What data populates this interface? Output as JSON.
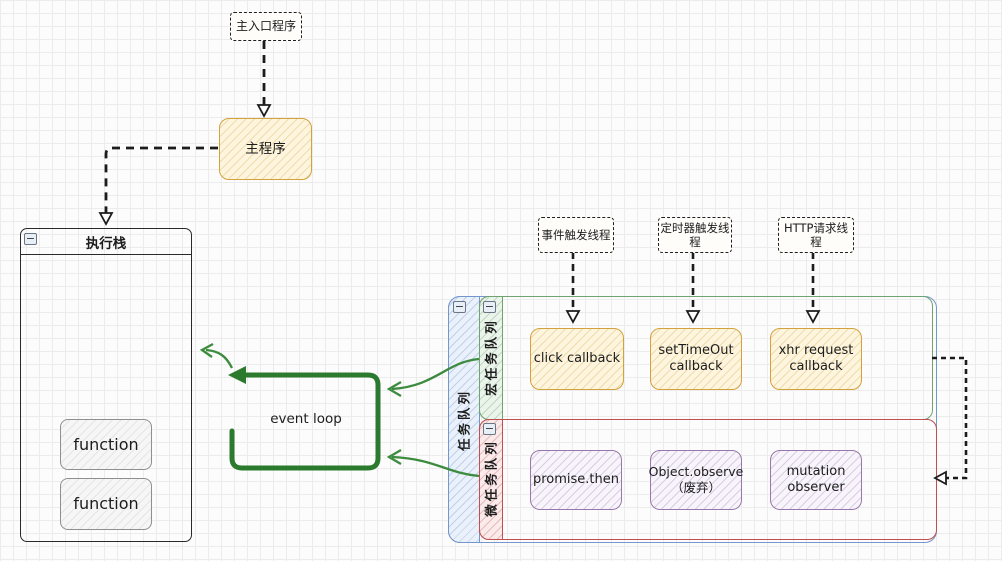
{
  "nodes": {
    "entry": "主入口程序",
    "main_program": "主程序",
    "event_loop": "event loop"
  },
  "execution_stack": {
    "title": "执行栈",
    "frames": [
      "function",
      "function"
    ]
  },
  "threads": [
    {
      "label": "事件触发线程"
    },
    {
      "label": "定时器触发线程"
    },
    {
      "label": "HTTP请求线程"
    }
  ],
  "task_queue": {
    "label": "任务队列",
    "macro": {
      "label": "宏任务队列",
      "items": [
        "click callback",
        "setTimeOut\ncallback",
        "xhr request\ncallback"
      ]
    },
    "micro": {
      "label": "微任务队列",
      "items": [
        "promise.then",
        "Object.observe\n（废弃）",
        "mutation\nobserver"
      ]
    }
  },
  "icons": {
    "collapse_glyph": "−"
  },
  "colors": {
    "yellow_border": "#d2a23c",
    "purple_border": "#9877ad",
    "green_container": "#6fa370",
    "blue_container": "#7396cc",
    "red_container": "#c05050",
    "loop_green": "#2b7a2e",
    "arrow_black": "#1c1c1c"
  }
}
